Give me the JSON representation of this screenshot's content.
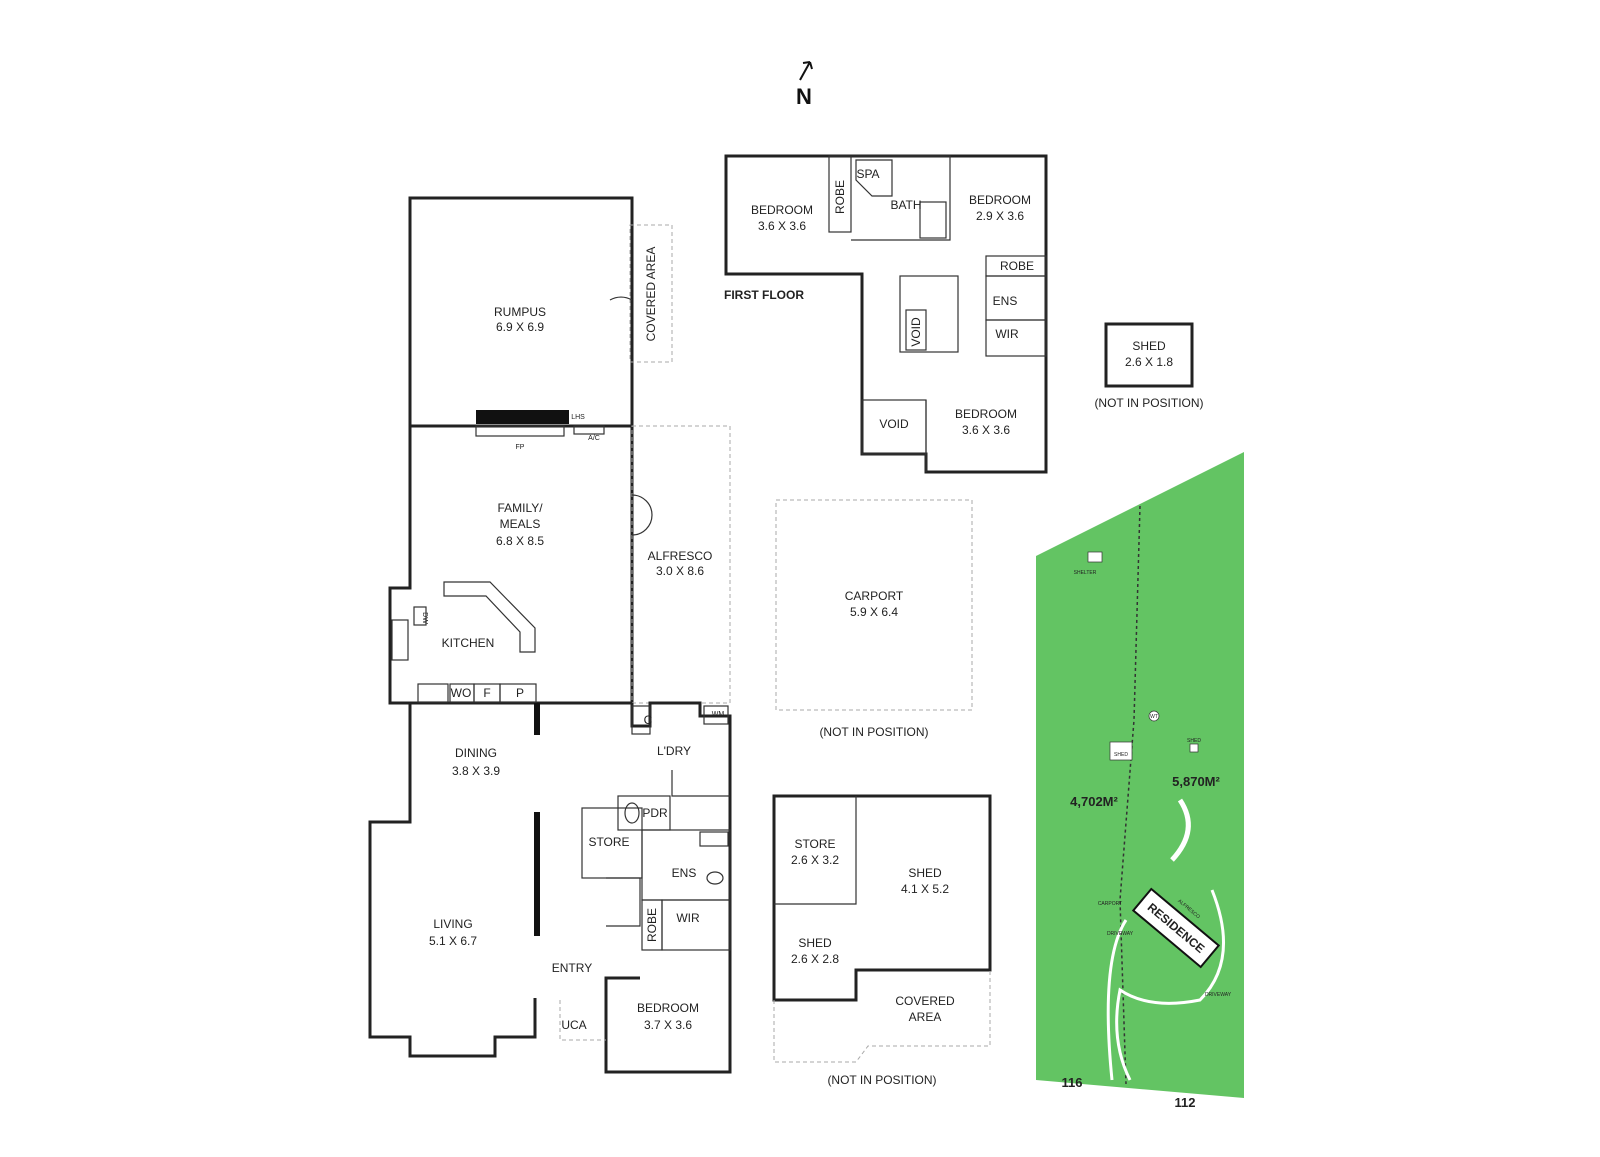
{
  "north": "N",
  "rooms": {
    "rumpus": {
      "name": "RUMPUS",
      "dim": "6.9 X 6.9"
    },
    "covered_area_rumpus": {
      "name": "COVERED AREA"
    },
    "lhs": "LHS",
    "fp": "FP",
    "ac": "A/C",
    "family": {
      "name1": "FAMILY/",
      "name2": "MEALS",
      "dim": "6.8 X 8.5"
    },
    "alfresco": {
      "name": "ALFRESCO",
      "dim": "3.0 X 8.6"
    },
    "kitchen": {
      "name": "KITCHEN"
    },
    "dw": "DW",
    "wo": "WO",
    "f": "F",
    "p": "P",
    "dining": {
      "name": "DINING",
      "dim": "3.8 X 3.9"
    },
    "living": {
      "name": "LIVING",
      "dim": "5.1 X 6.7"
    },
    "c": "C",
    "wm": "WM",
    "ldry": {
      "name": "L'DRY"
    },
    "pdr": {
      "name": "PDR"
    },
    "store_g": {
      "name": "STORE"
    },
    "ens_g": {
      "name": "ENS"
    },
    "robe_g": {
      "name": "ROBE"
    },
    "wir_g": {
      "name": "WIR"
    },
    "entry": {
      "name": "ENTRY"
    },
    "uca": {
      "name": "UCA"
    },
    "bedroom_g": {
      "name": "BEDROOM",
      "dim": "3.7 X 3.6"
    },
    "bedroom1": {
      "name": "BEDROOM",
      "dim": "3.6 X 3.6"
    },
    "robe1": {
      "name": "ROBE"
    },
    "spa": {
      "name": "SPA"
    },
    "bath": {
      "name": "BATH"
    },
    "bedroom2": {
      "name": "BEDROOM",
      "dim": "2.9 X 3.6"
    },
    "robe2": {
      "name": "ROBE"
    },
    "ens_f": {
      "name": "ENS"
    },
    "wir_f": {
      "name": "WIR"
    },
    "void1": {
      "name": "VOID"
    },
    "void2": {
      "name": "VOID"
    },
    "bedroom3": {
      "name": "BEDROOM",
      "dim": "3.6 X 3.6"
    },
    "first_floor": "FIRST FLOOR",
    "shed_small": {
      "name": "SHED",
      "dim": "2.6 X 1.8",
      "note": "(NOT IN POSITION)"
    },
    "carport": {
      "name": "CARPORT",
      "dim": "5.9 X 6.4",
      "note": "(NOT IN POSITION)"
    },
    "store_out": {
      "name": "STORE",
      "dim": "2.6 X 3.2"
    },
    "shed_big": {
      "name": "SHED",
      "dim": "4.1 X 5.2"
    },
    "shed_out2": {
      "name": "SHED",
      "dim": "2.6 X 2.8"
    },
    "covered_area_out": {
      "name1": "COVERED",
      "name2": "AREA",
      "note": "(NOT IN POSITION)"
    }
  },
  "site": {
    "area_left": "4,702M²",
    "area_right": "5,870M²",
    "lot_left": "116",
    "lot_right": "112",
    "residence": "RESIDENCE",
    "shelter": "SHELTER",
    "shed_site": "SHED",
    "shed_site2": "SHED",
    "wt": "WT",
    "carport_site": "CARPORT",
    "driveway1": "DRIVEWAY",
    "driveway2": "DRIVEWAY",
    "alfresco_site": "ALFRESCO",
    "green": "#63c463"
  }
}
